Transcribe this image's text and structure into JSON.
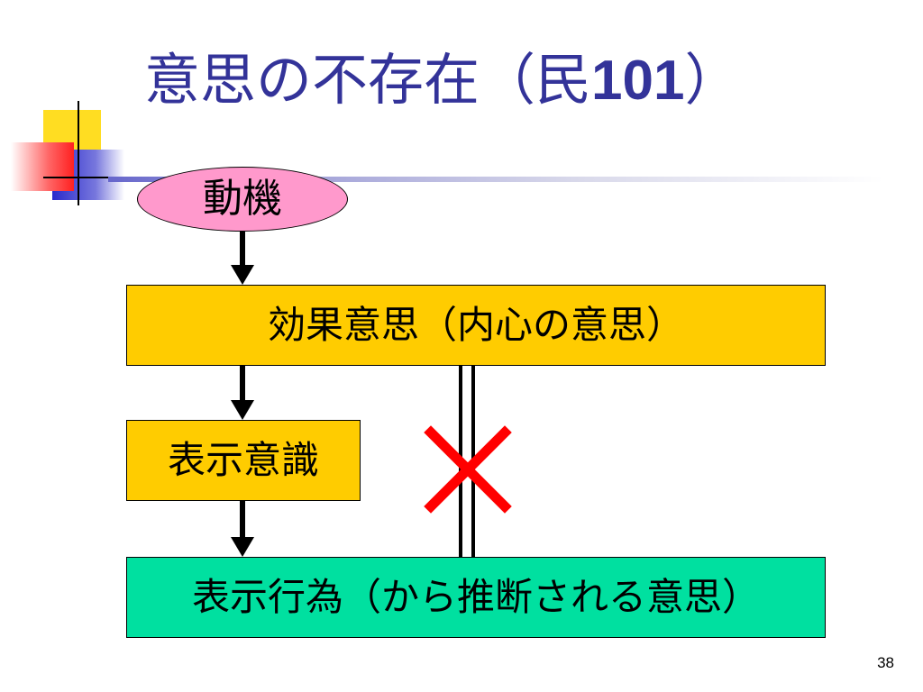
{
  "slide": {
    "title_main": "意思の不存在（民",
    "title_number": "101",
    "title_close": "）",
    "page_number": "38"
  },
  "diagram": {
    "nodes": {
      "motive": "動機",
      "effect_intent": "効果意思（内心の意思）",
      "expression_awareness": "表示意識",
      "expression_act": "表示行為（から推断される意思）"
    },
    "edges": [
      {
        "from": "motive",
        "to": "effect_intent",
        "style": "arrow"
      },
      {
        "from": "effect_intent",
        "to": "expression_awareness",
        "style": "arrow"
      },
      {
        "from": "expression_awareness",
        "to": "expression_act",
        "style": "arrow"
      },
      {
        "from": "effect_intent",
        "to": "expression_act",
        "style": "double-line",
        "marker": "cross"
      }
    ],
    "colors": {
      "title": "#333399",
      "motive_fill": "#ff99cc",
      "effect_fill": "#ffcc00",
      "awareness_fill": "#ffcc00",
      "act_fill": "#00e0a0",
      "cross_mark": "#ff0000"
    }
  }
}
